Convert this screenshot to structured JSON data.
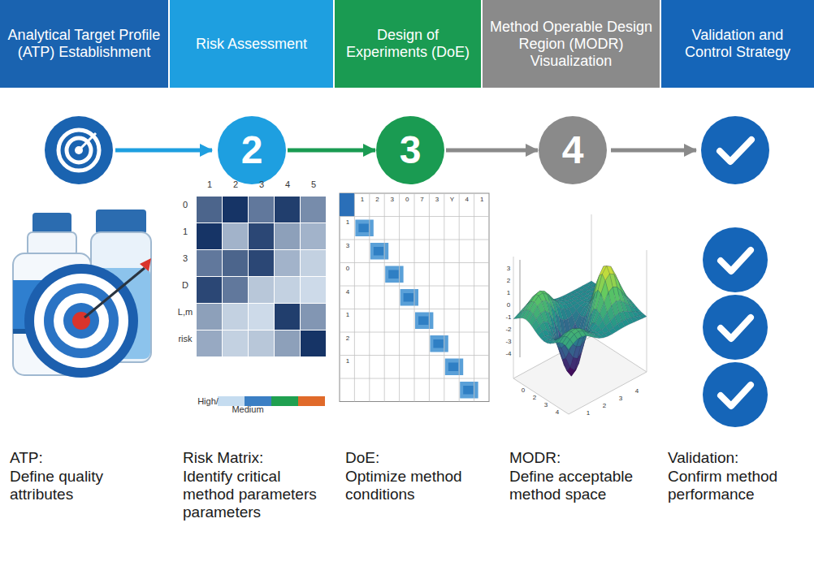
{
  "diagram": {
    "nodes": [
      {
        "text": [
          "Analytical Target Profile (ATP) Establishment"
        ]
      },
      {
        "text": [
          "Risk Assessment"
        ]
      },
      {
        "text": [
          "Design of Experiments (DoE)"
        ]
      },
      {
        "text": [
          "Method Operable Design Region (MODR) Visualization"
        ]
      },
      {
        "text": [
          "Validation and Control Strategy"
        ]
      },
      {
        "text": [
          "2"
        ]
      },
      {
        "text": [
          "3"
        ]
      },
      {
        "text": [
          "4"
        ]
      }
    ],
    "edges": [
      {
        "from": 5,
        "to": 6,
        "arrow": "to"
      },
      {
        "from": 6,
        "to": 7,
        "arrow": "to"
      }
    ],
    "labels": [
      "1",
      "2",
      "3",
      "4",
      "5",
      "0",
      "1",
      "3",
      "D",
      "L,m",
      "risk",
      "High/",
      "Medium",
      "1",
      "2",
      "3",
      "0",
      "7",
      "3",
      "Y",
      "4",
      "1",
      "1",
      "3",
      "0",
      "4",
      "1",
      "2",
      "1",
      "3",
      "2",
      "1",
      "0",
      "-1",
      "-2",
      "-3",
      "-4",
      "0",
      "2",
      "3",
      "4",
      "1",
      "2",
      "3",
      "4",
      "ATP:",
      "Define quality attributes",
      "Risk Matrix:",
      "Identify critical method parameters parameters",
      "DoE:",
      "Optimize method conditions",
      "MODR:",
      "Define acceptable method space",
      "Validation:",
      "Confirm method performance"
    ]
  }
}
